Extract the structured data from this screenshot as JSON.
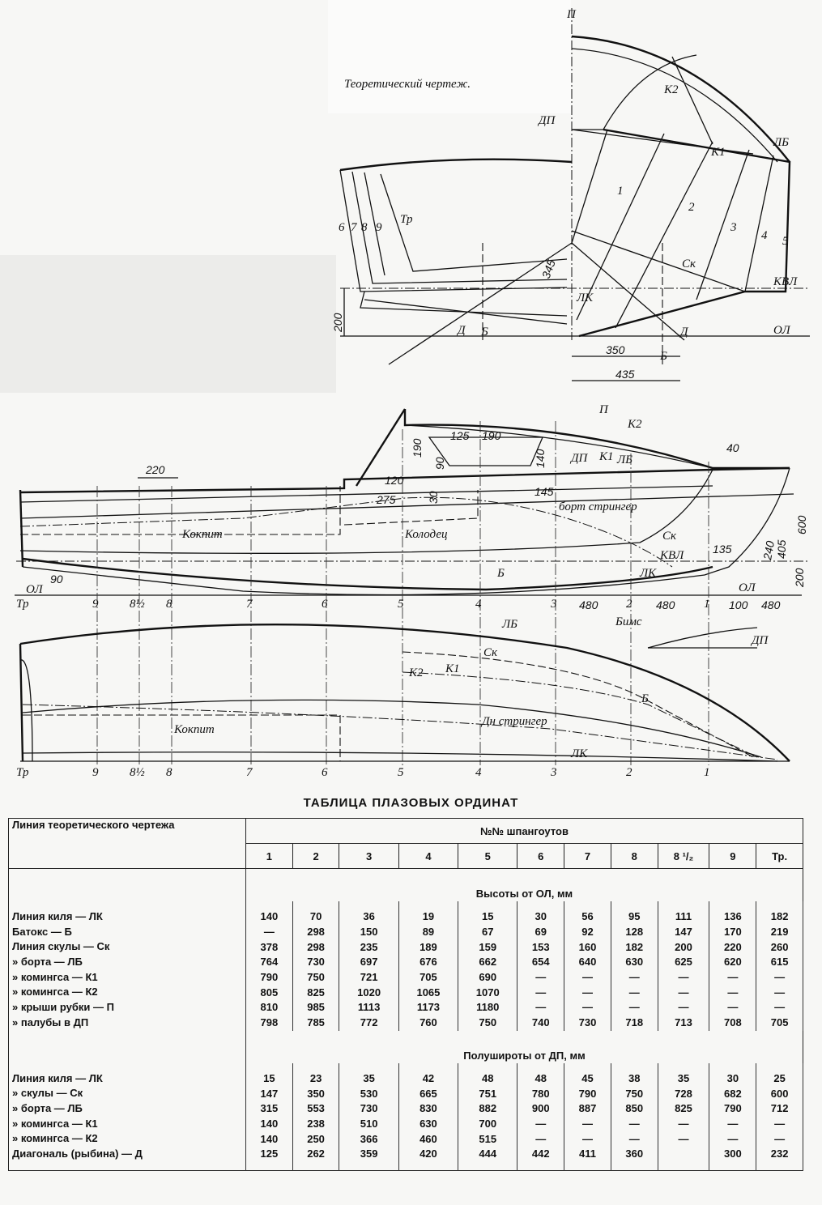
{
  "drawing": {
    "title": "Теоретический чертеж.",
    "body_plan_labels": {
      "p": "П",
      "k2": "К2",
      "dp": "ДП",
      "lb": "ЛБ",
      "k1": "К1",
      "s1": "1",
      "s2": "2",
      "s3": "3",
      "s4": "4",
      "s5": "5",
      "s6": "6",
      "s7": "7",
      "s8": "8",
      "s9": "9",
      "tr": "Тр",
      "sk": "Ск",
      "kvl": "КВЛ",
      "lk": "ЛК",
      "ol": "ОЛ",
      "d_left": "Д",
      "b_left": "Б",
      "d_right": "Д",
      "b_right": "Б",
      "dim_345": "345",
      "dim_200": "200",
      "dim_350": "350",
      "dim_435": "435"
    },
    "profile_labels": {
      "p": "П",
      "k2": "К2",
      "dp": "ДП",
      "k1": "К1",
      "lb": "ЛБ",
      "dim_40": "40",
      "dim_125": "125",
      "dim_190a": "190",
      "dim_190b": "190",
      "dim_90a": "90",
      "dim_140": "140",
      "dim_120": "120",
      "dim_30": "30",
      "dim_275": "275",
      "dim_145": "145",
      "dim_220": "220",
      "bort_stringer": "борт стрингер",
      "kokpit": "Кокпит",
      "kolodets": "Колодец",
      "sk": "Ск",
      "kvl": "КВЛ",
      "dim_135": "135",
      "dim_240": "240",
      "dim_405": "405",
      "dim_600": "600",
      "dim_200": "200",
      "b": "Б",
      "lk": "ЛК",
      "ol": "ОЛ",
      "dim_90b": "90",
      "ol_bow": "ОЛ",
      "dim_480a": "480",
      "dim_480b": "480",
      "dim_100": "100",
      "dim_480c": "480",
      "bims": "Бимс",
      "dp_bims": "ДП"
    },
    "stations": [
      "Тр",
      "9",
      "8½",
      "8",
      "7",
      "6",
      "5",
      "4",
      "3",
      "2",
      "1"
    ],
    "plan_labels": {
      "lb": "ЛБ",
      "sk": "Ск",
      "k1": "К1",
      "k2": "К2",
      "b": "Б",
      "kokpit": "Кокпит",
      "dn_stringer": "Дн стрингер",
      "lk": "ЛК"
    }
  },
  "table": {
    "title": "ТАБЛИЦА ПЛАЗОВЫХ ОРДИНАТ",
    "line_header": "Линия теоретического чертежа",
    "frames_header": "№№ шпангоутов",
    "columns": [
      "1",
      "2",
      "3",
      "4",
      "5",
      "6",
      "7",
      "8",
      "8 ¹/₂",
      "9",
      "Тр."
    ],
    "sections": [
      {
        "title": "Высоты от ОЛ, мм",
        "rows": [
          {
            "label": "Линия киля — ЛК",
            "values": [
              "140",
              "70",
              "36",
              "19",
              "15",
              "30",
              "56",
              "95",
              "111",
              "136",
              "182"
            ]
          },
          {
            "label": "Батокс — Б",
            "values": [
              "—",
              "298",
              "150",
              "89",
              "67",
              "69",
              "92",
              "128",
              "147",
              "170",
              "219"
            ]
          },
          {
            "label": "Линия скулы — Ск",
            "values": [
              "378",
              "298",
              "235",
              "189",
              "159",
              "153",
              "160",
              "182",
              "200",
              "220",
              "260"
            ]
          },
          {
            "label": "» борта — ЛБ",
            "values": [
              "764",
              "730",
              "697",
              "676",
              "662",
              "654",
              "640",
              "630",
              "625",
              "620",
              "615"
            ]
          },
          {
            "label": "» комингса — К1",
            "values": [
              "790",
              "750",
              "721",
              "705",
              "690",
              "—",
              "—",
              "—",
              "—",
              "—",
              "—"
            ]
          },
          {
            "label": "» комингса — К2",
            "values": [
              "805",
              "825",
              "1020",
              "1065",
              "1070",
              "—",
              "—",
              "—",
              "—",
              "—",
              "—"
            ]
          },
          {
            "label": "» крыши рубки — П",
            "values": [
              "810",
              "985",
              "1113",
              "1173",
              "1180",
              "—",
              "—",
              "—",
              "—",
              "—",
              "—"
            ]
          },
          {
            "label": "» палубы в ДП",
            "values": [
              "798",
              "785",
              "772",
              "760",
              "750",
              "740",
              "730",
              "718",
              "713",
              "708",
              "705"
            ]
          }
        ]
      },
      {
        "title": "Полушироты от ДП, мм",
        "rows": [
          {
            "label": "Линия киля — ЛК",
            "values": [
              "15",
              "23",
              "35",
              "42",
              "48",
              "48",
              "45",
              "38",
              "35",
              "30",
              "25"
            ]
          },
          {
            "label": "» скулы — Ск",
            "values": [
              "147",
              "350",
              "530",
              "665",
              "751",
              "780",
              "790",
              "750",
              "728",
              "682",
              "600"
            ]
          },
          {
            "label": "» борта — ЛБ",
            "values": [
              "315",
              "553",
              "730",
              "830",
              "882",
              "900",
              "887",
              "850",
              "825",
              "790",
              "712"
            ]
          },
          {
            "label": "» комингса — К1",
            "values": [
              "140",
              "238",
              "510",
              "630",
              "700",
              "—",
              "—",
              "—",
              "—",
              "—",
              "—"
            ]
          },
          {
            "label": "» комингса — К2",
            "values": [
              "140",
              "250",
              "366",
              "460",
              "515",
              "—",
              "—",
              "—",
              "—",
              "—",
              "—"
            ]
          },
          {
            "label": "Диагональ (рыбина) — Д",
            "values": [
              "125",
              "262",
              "359",
              "420",
              "444",
              "442",
              "411",
              "360",
              "",
              "300",
              "232"
            ]
          }
        ]
      }
    ]
  }
}
